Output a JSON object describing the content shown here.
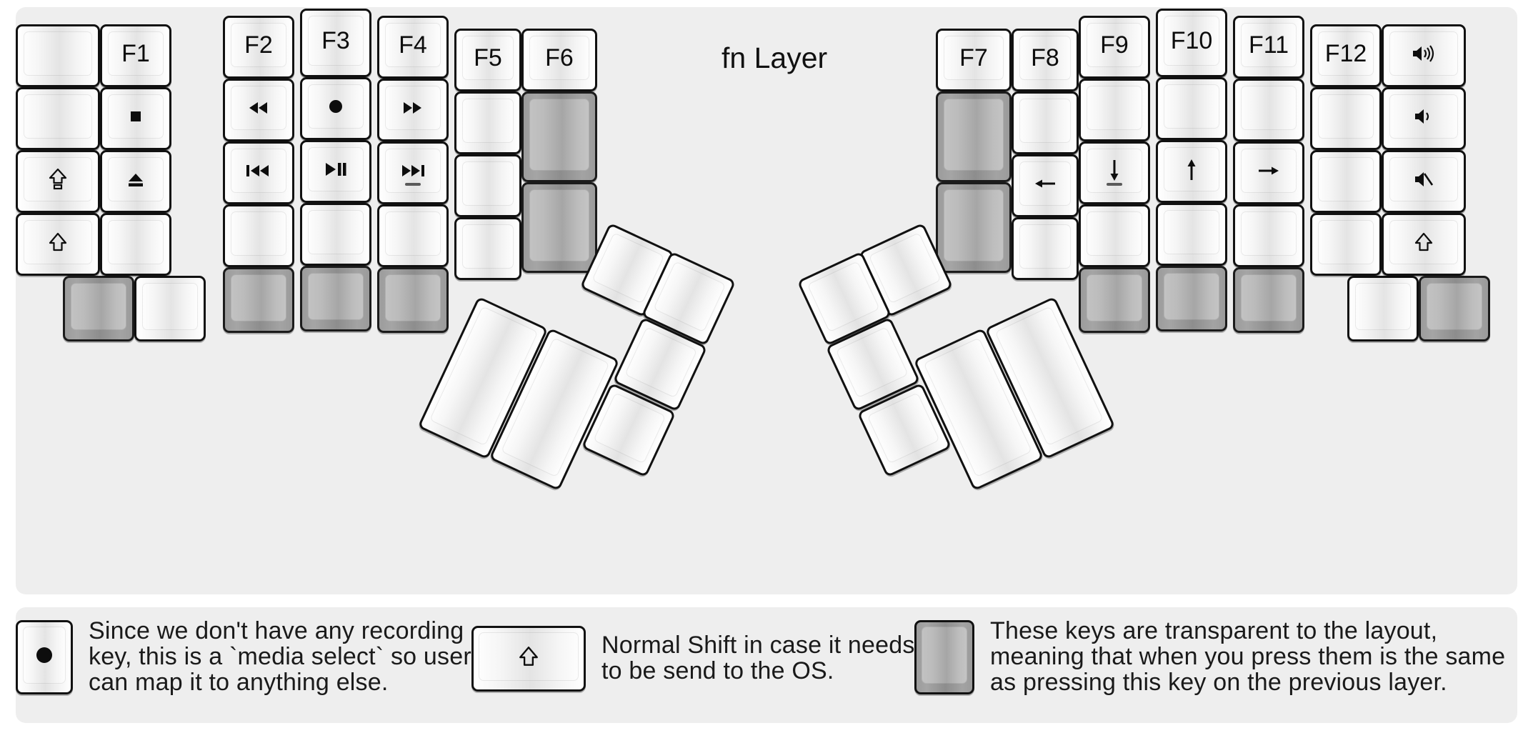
{
  "title": "fn Layer",
  "colors": {
    "background": "#eeeeee",
    "key_face": "#ffffff",
    "key_border": "#111111",
    "transparent_key": "#9c9c9c",
    "text": "#111111"
  },
  "left_half": {
    "columns": [
      {
        "name": "col-pinky-outer",
        "keys": [
          {
            "label": "",
            "glyph": "",
            "transparent": false,
            "size": "1.25u"
          },
          {
            "label": "",
            "glyph": "",
            "transparent": false,
            "size": "1.25u"
          },
          {
            "label": "",
            "glyph": "shift-lock-icon",
            "transparent": false,
            "size": "1.25u"
          },
          {
            "label": "",
            "glyph": "shift-icon",
            "transparent": false,
            "size": "1.25u"
          },
          {
            "label": "",
            "glyph": "",
            "transparent": true,
            "size": "1u"
          }
        ]
      },
      {
        "name": "col-pinky",
        "keys": [
          {
            "label": "F1",
            "glyph": "",
            "transparent": false
          },
          {
            "label": "",
            "glyph": "stop-icon",
            "transparent": false
          },
          {
            "label": "",
            "glyph": "eject-icon",
            "transparent": false
          },
          {
            "label": "",
            "glyph": "",
            "transparent": false
          },
          {
            "label": "",
            "glyph": "",
            "transparent": false
          }
        ]
      },
      {
        "name": "col-ring",
        "keys": [
          {
            "label": "F2",
            "glyph": "",
            "transparent": false
          },
          {
            "label": "",
            "glyph": "rewind-icon",
            "transparent": false
          },
          {
            "label": "",
            "glyph": "previous-track-icon",
            "transparent": false
          },
          {
            "label": "",
            "glyph": "",
            "transparent": false
          },
          {
            "label": "",
            "glyph": "",
            "transparent": true
          }
        ]
      },
      {
        "name": "col-middle",
        "keys": [
          {
            "label": "F3",
            "glyph": "",
            "transparent": false
          },
          {
            "label": "",
            "glyph": "record-icon",
            "transparent": false
          },
          {
            "label": "",
            "glyph": "play-pause-icon",
            "transparent": false
          },
          {
            "label": "",
            "glyph": "",
            "transparent": false
          },
          {
            "label": "",
            "glyph": "",
            "transparent": true
          }
        ]
      },
      {
        "name": "col-index",
        "keys": [
          {
            "label": "F4",
            "glyph": "",
            "transparent": false
          },
          {
            "label": "",
            "glyph": "fast-forward-icon",
            "transparent": false
          },
          {
            "label": "",
            "glyph": "next-track-icon",
            "transparent": false,
            "homing": true
          },
          {
            "label": "",
            "glyph": "",
            "transparent": false
          },
          {
            "label": "",
            "glyph": "",
            "transparent": true
          }
        ]
      },
      {
        "name": "col-inner-1",
        "keys": [
          {
            "label": "F5",
            "glyph": "",
            "transparent": false
          },
          {
            "label": "",
            "glyph": "",
            "transparent": false
          },
          {
            "label": "",
            "glyph": "",
            "transparent": false
          },
          {
            "label": "",
            "glyph": "",
            "transparent": false
          }
        ]
      },
      {
        "name": "col-inner-2",
        "keys": [
          {
            "label": "F6",
            "glyph": "",
            "transparent": false
          },
          {
            "label": "",
            "glyph": "",
            "transparent": true,
            "size": "1.5u"
          },
          {
            "label": "",
            "glyph": "",
            "transparent": true,
            "size": "1.5u"
          }
        ]
      }
    ],
    "thumb_cluster": {
      "name": "left-thumb-cluster",
      "rotation_deg": 25,
      "keys": [
        {
          "label": "",
          "glyph": "",
          "transparent": false,
          "size": "2u"
        },
        {
          "label": "",
          "glyph": "",
          "transparent": false,
          "size": "2u"
        },
        {
          "label": "",
          "glyph": "",
          "transparent": false,
          "size": "1u"
        },
        {
          "label": "",
          "glyph": "",
          "transparent": false,
          "size": "1u"
        },
        {
          "label": "",
          "glyph": "",
          "transparent": false,
          "size": "1u"
        },
        {
          "label": "",
          "glyph": "",
          "transparent": false,
          "size": "1u"
        }
      ]
    }
  },
  "right_half": {
    "columns": [
      {
        "name": "col-inner-2",
        "keys": [
          {
            "label": "F7",
            "glyph": "",
            "transparent": false
          },
          {
            "label": "",
            "glyph": "",
            "transparent": true,
            "size": "1.5u"
          },
          {
            "label": "",
            "glyph": "",
            "transparent": true,
            "size": "1.5u"
          }
        ]
      },
      {
        "name": "col-inner-1",
        "keys": [
          {
            "label": "F8",
            "glyph": "",
            "transparent": false
          },
          {
            "label": "",
            "glyph": "",
            "transparent": false
          },
          {
            "label": "",
            "glyph": "arrow-left-icon",
            "transparent": false
          },
          {
            "label": "",
            "glyph": "",
            "transparent": false
          }
        ]
      },
      {
        "name": "col-index",
        "keys": [
          {
            "label": "F9",
            "glyph": "",
            "transparent": false
          },
          {
            "label": "",
            "glyph": "",
            "transparent": false
          },
          {
            "label": "",
            "glyph": "arrow-down-icon",
            "transparent": false,
            "homing": true
          },
          {
            "label": "",
            "glyph": "",
            "transparent": false
          },
          {
            "label": "",
            "glyph": "",
            "transparent": true
          }
        ]
      },
      {
        "name": "col-middle",
        "keys": [
          {
            "label": "F10",
            "glyph": "",
            "transparent": false
          },
          {
            "label": "",
            "glyph": "",
            "transparent": false
          },
          {
            "label": "",
            "glyph": "arrow-up-icon",
            "transparent": false
          },
          {
            "label": "",
            "glyph": "",
            "transparent": false
          },
          {
            "label": "",
            "glyph": "",
            "transparent": true
          }
        ]
      },
      {
        "name": "col-ring",
        "keys": [
          {
            "label": "F11",
            "glyph": "",
            "transparent": false
          },
          {
            "label": "",
            "glyph": "",
            "transparent": false
          },
          {
            "label": "",
            "glyph": "arrow-right-icon",
            "transparent": false
          },
          {
            "label": "",
            "glyph": "",
            "transparent": false
          },
          {
            "label": "",
            "glyph": "",
            "transparent": true
          }
        ]
      },
      {
        "name": "col-pinky",
        "keys": [
          {
            "label": "F12",
            "glyph": "",
            "transparent": false
          },
          {
            "label": "",
            "glyph": "",
            "transparent": false
          },
          {
            "label": "",
            "glyph": "",
            "transparent": false
          },
          {
            "label": "",
            "glyph": "",
            "transparent": false
          },
          {
            "label": "",
            "glyph": "",
            "transparent": false
          }
        ]
      },
      {
        "name": "col-pinky-outer",
        "keys": [
          {
            "label": "",
            "glyph": "volume-up-icon",
            "transparent": false,
            "size": "1.25u"
          },
          {
            "label": "",
            "glyph": "volume-down-icon",
            "transparent": false,
            "size": "1.25u"
          },
          {
            "label": "",
            "glyph": "mute-icon",
            "transparent": false,
            "size": "1.25u"
          },
          {
            "label": "",
            "glyph": "shift-icon",
            "transparent": false,
            "size": "1.25u"
          },
          {
            "label": "",
            "glyph": "",
            "transparent": true,
            "size": "1u"
          }
        ]
      }
    ],
    "thumb_cluster": {
      "name": "right-thumb-cluster",
      "rotation_deg": -25,
      "keys": [
        {
          "label": "",
          "glyph": "",
          "transparent": false,
          "size": "2u"
        },
        {
          "label": "",
          "glyph": "",
          "transparent": false,
          "size": "2u"
        },
        {
          "label": "",
          "glyph": "",
          "transparent": false,
          "size": "1u"
        },
        {
          "label": "",
          "glyph": "",
          "transparent": false,
          "size": "1u"
        },
        {
          "label": "",
          "glyph": "",
          "transparent": false,
          "size": "1u"
        },
        {
          "label": "",
          "glyph": "",
          "transparent": false,
          "size": "1u"
        }
      ]
    }
  },
  "legend": [
    {
      "key_glyph": "record-icon",
      "key_transparent": false,
      "lines": [
        "Since we don't have any recording",
        "key, this is a `media select` so user",
        "can map it to anything else."
      ]
    },
    {
      "key_glyph": "shift-icon",
      "key_transparent": false,
      "lines": [
        "Normal Shift in case it needs",
        "to be send to the OS."
      ]
    },
    {
      "key_glyph": "",
      "key_transparent": true,
      "lines": [
        "These keys are transparent to the layout,",
        "meaning that when you press them is the same",
        "as pressing this key on the previous layer."
      ]
    }
  ]
}
